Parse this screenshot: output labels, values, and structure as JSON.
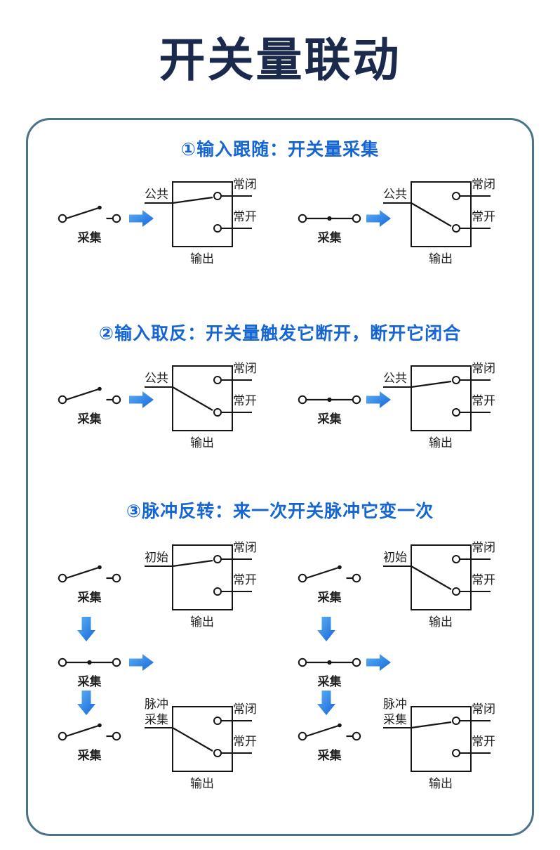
{
  "page": {
    "title": "开关量联动"
  },
  "colors": {
    "title": "#1b2a4c",
    "heading": "#1565d2",
    "panel_border": "#4d7389",
    "diagram_stroke": "#161616",
    "label_text": "#1f1f1f",
    "arrow_light": "#5eb2f5",
    "arrow_dark": "#1465d8"
  },
  "sections": [
    {
      "heading": "①输入跟随：开关量采集",
      "diagrams": [
        {
          "switch": "open",
          "input_label": "采集",
          "relay": {
            "label_lines": [
              "公共"
            ],
            "contact": "nc",
            "nc_label": "常闭",
            "no_label": "常开",
            "output_label": "输出"
          }
        },
        {
          "switch": "closed",
          "input_label": "采集",
          "relay": {
            "label_lines": [
              "公共"
            ],
            "contact": "no",
            "nc_label": "常闭",
            "no_label": "常开",
            "output_label": "输出"
          }
        }
      ]
    },
    {
      "heading": "②输入取反：开关量触发它断开，断开它闭合",
      "diagrams": [
        {
          "switch": "open",
          "input_label": "采集",
          "relay": {
            "label_lines": [
              "公共"
            ],
            "contact": "no",
            "nc_label": "常闭",
            "no_label": "常开",
            "output_label": "输出"
          }
        },
        {
          "switch": "closed",
          "input_label": "采集",
          "relay": {
            "label_lines": [
              "公共"
            ],
            "contact": "nc",
            "nc_label": "常闭",
            "no_label": "常开",
            "output_label": "输出"
          }
        }
      ]
    },
    {
      "heading": "③脉冲反转：来一次开关脉冲它变一次",
      "columns": [
        {
          "step1": {
            "switch": "open",
            "input_label": "采集",
            "relay": {
              "label_lines": [
                "初始"
              ],
              "contact": "nc",
              "nc_label": "常闭",
              "no_label": "常开",
              "output_label": "输出"
            }
          },
          "step2": {
            "switch": "closed",
            "input_label": "采集"
          },
          "step3": {
            "switch": "open",
            "input_label": "采集",
            "relay": {
              "label_lines": [
                "脉冲",
                "采集"
              ],
              "contact": "no",
              "nc_label": "常闭",
              "no_label": "常开",
              "output_label": "输出"
            }
          }
        },
        {
          "step1": {
            "switch": "open",
            "input_label": "采集",
            "relay": {
              "label_lines": [
                "初始"
              ],
              "contact": "no",
              "nc_label": "常闭",
              "no_label": "常开",
              "output_label": "输出"
            }
          },
          "step2": {
            "switch": "closed",
            "input_label": "采集"
          },
          "step3": {
            "switch": "open",
            "input_label": "采集",
            "relay": {
              "label_lines": [
                "脉冲",
                "采集"
              ],
              "contact": "nc",
              "nc_label": "常闭",
              "no_label": "常开",
              "output_label": "输出"
            }
          }
        }
      ]
    }
  ]
}
